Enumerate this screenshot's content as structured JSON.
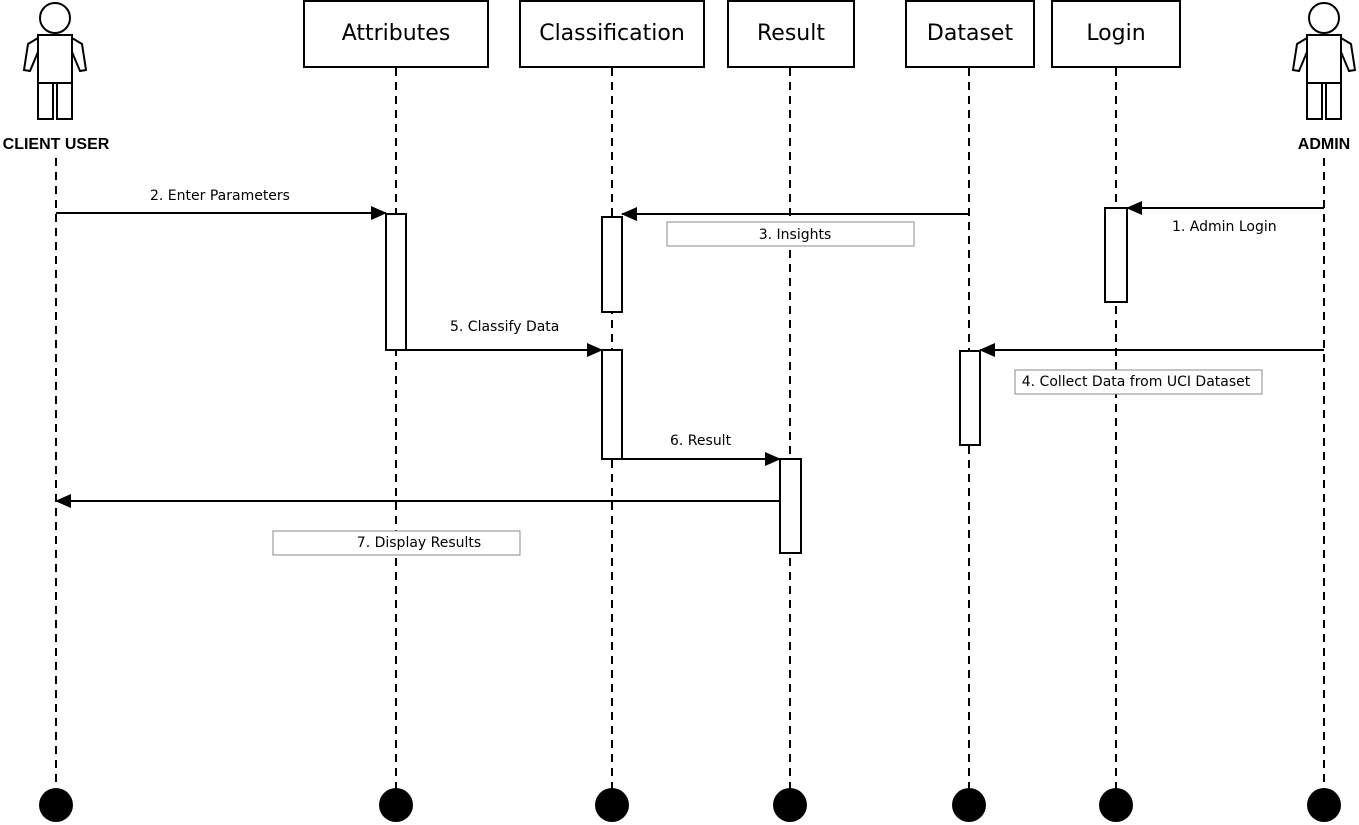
{
  "actors": {
    "client": "CLIENT USER",
    "admin": "ADMIN"
  },
  "objects": {
    "attributes": "Attributes",
    "classification": "Classification",
    "result": "Result",
    "dataset": "Dataset",
    "login": "Login"
  },
  "messages": {
    "m1": "1. Admin Login",
    "m2": "2. Enter Parameters",
    "m3": "3. Insights",
    "m4": "4. Collect Data from UCI Dataset",
    "m5": "5. Classify Data",
    "m6": "6. Result",
    "m7": "7. Display Results"
  }
}
